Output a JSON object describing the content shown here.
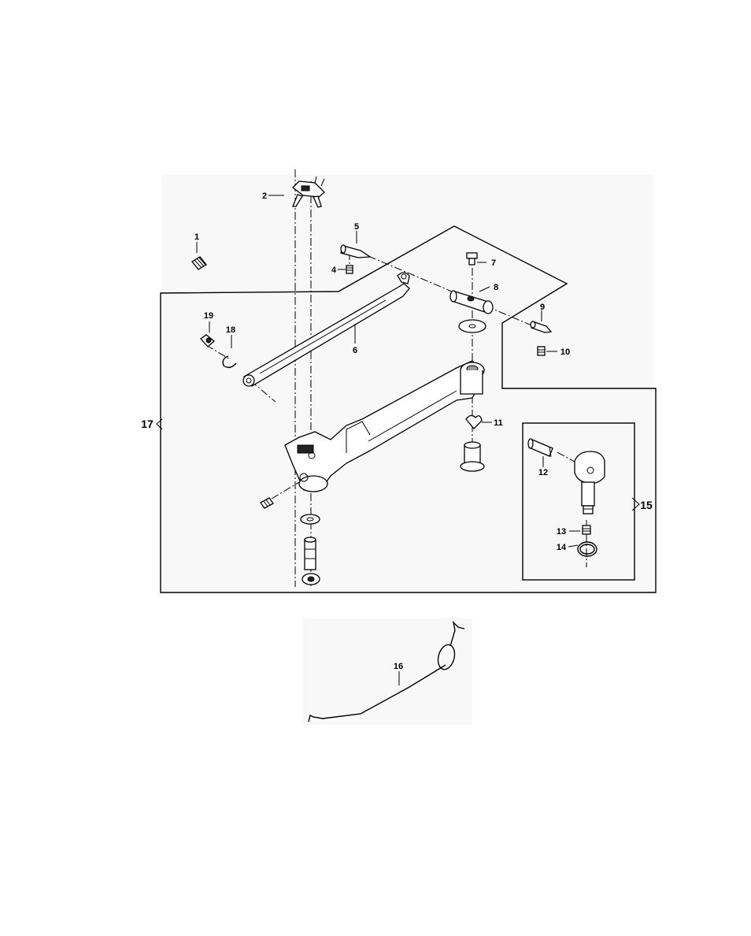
{
  "diagram": {
    "callouts": {
      "c1": "1",
      "c2": "2",
      "c4": "4",
      "c5": "5",
      "c6": "6",
      "c7": "7",
      "c8": "8",
      "c9": "9",
      "c10": "10",
      "c11": "11",
      "c12": "12",
      "c13": "13",
      "c14": "14",
      "c15": "15",
      "c16": "16",
      "c17": "17",
      "c18": "18",
      "c19": "19"
    }
  }
}
